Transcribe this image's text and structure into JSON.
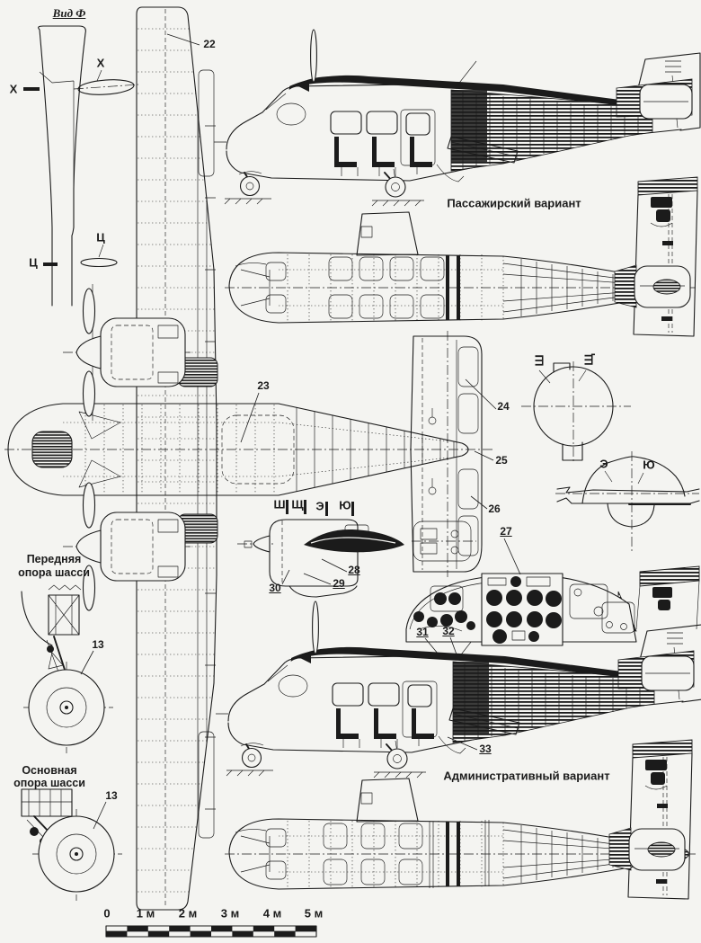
{
  "drawing": {
    "view_label": "Вид Ф",
    "variants": {
      "passenger": "Пассажирский вариант",
      "administrative": "Административный вариант"
    },
    "gear": {
      "front": {
        "line1": "Передняя",
        "line2": "опора шасси"
      },
      "main": {
        "line1": "Основная",
        "line2": "опора шасси"
      }
    },
    "sections": {
      "x": "X",
      "ts": "Ц",
      "sha": "Ш",
      "shcha": "Щ",
      "e": "Э",
      "yu": "Ю"
    },
    "callouts": {
      "c13": "13",
      "c22": "22",
      "c23": "23",
      "c24": "24",
      "c25": "25",
      "c26": "26",
      "c27": "27",
      "c28": "28",
      "c29": "29",
      "c30": "30",
      "c31": "31",
      "c32": "32",
      "c33": "33"
    },
    "scale": {
      "labels": [
        "0",
        "1 м",
        "2 м",
        "3 м",
        "4 м",
        "5 м"
      ]
    }
  }
}
